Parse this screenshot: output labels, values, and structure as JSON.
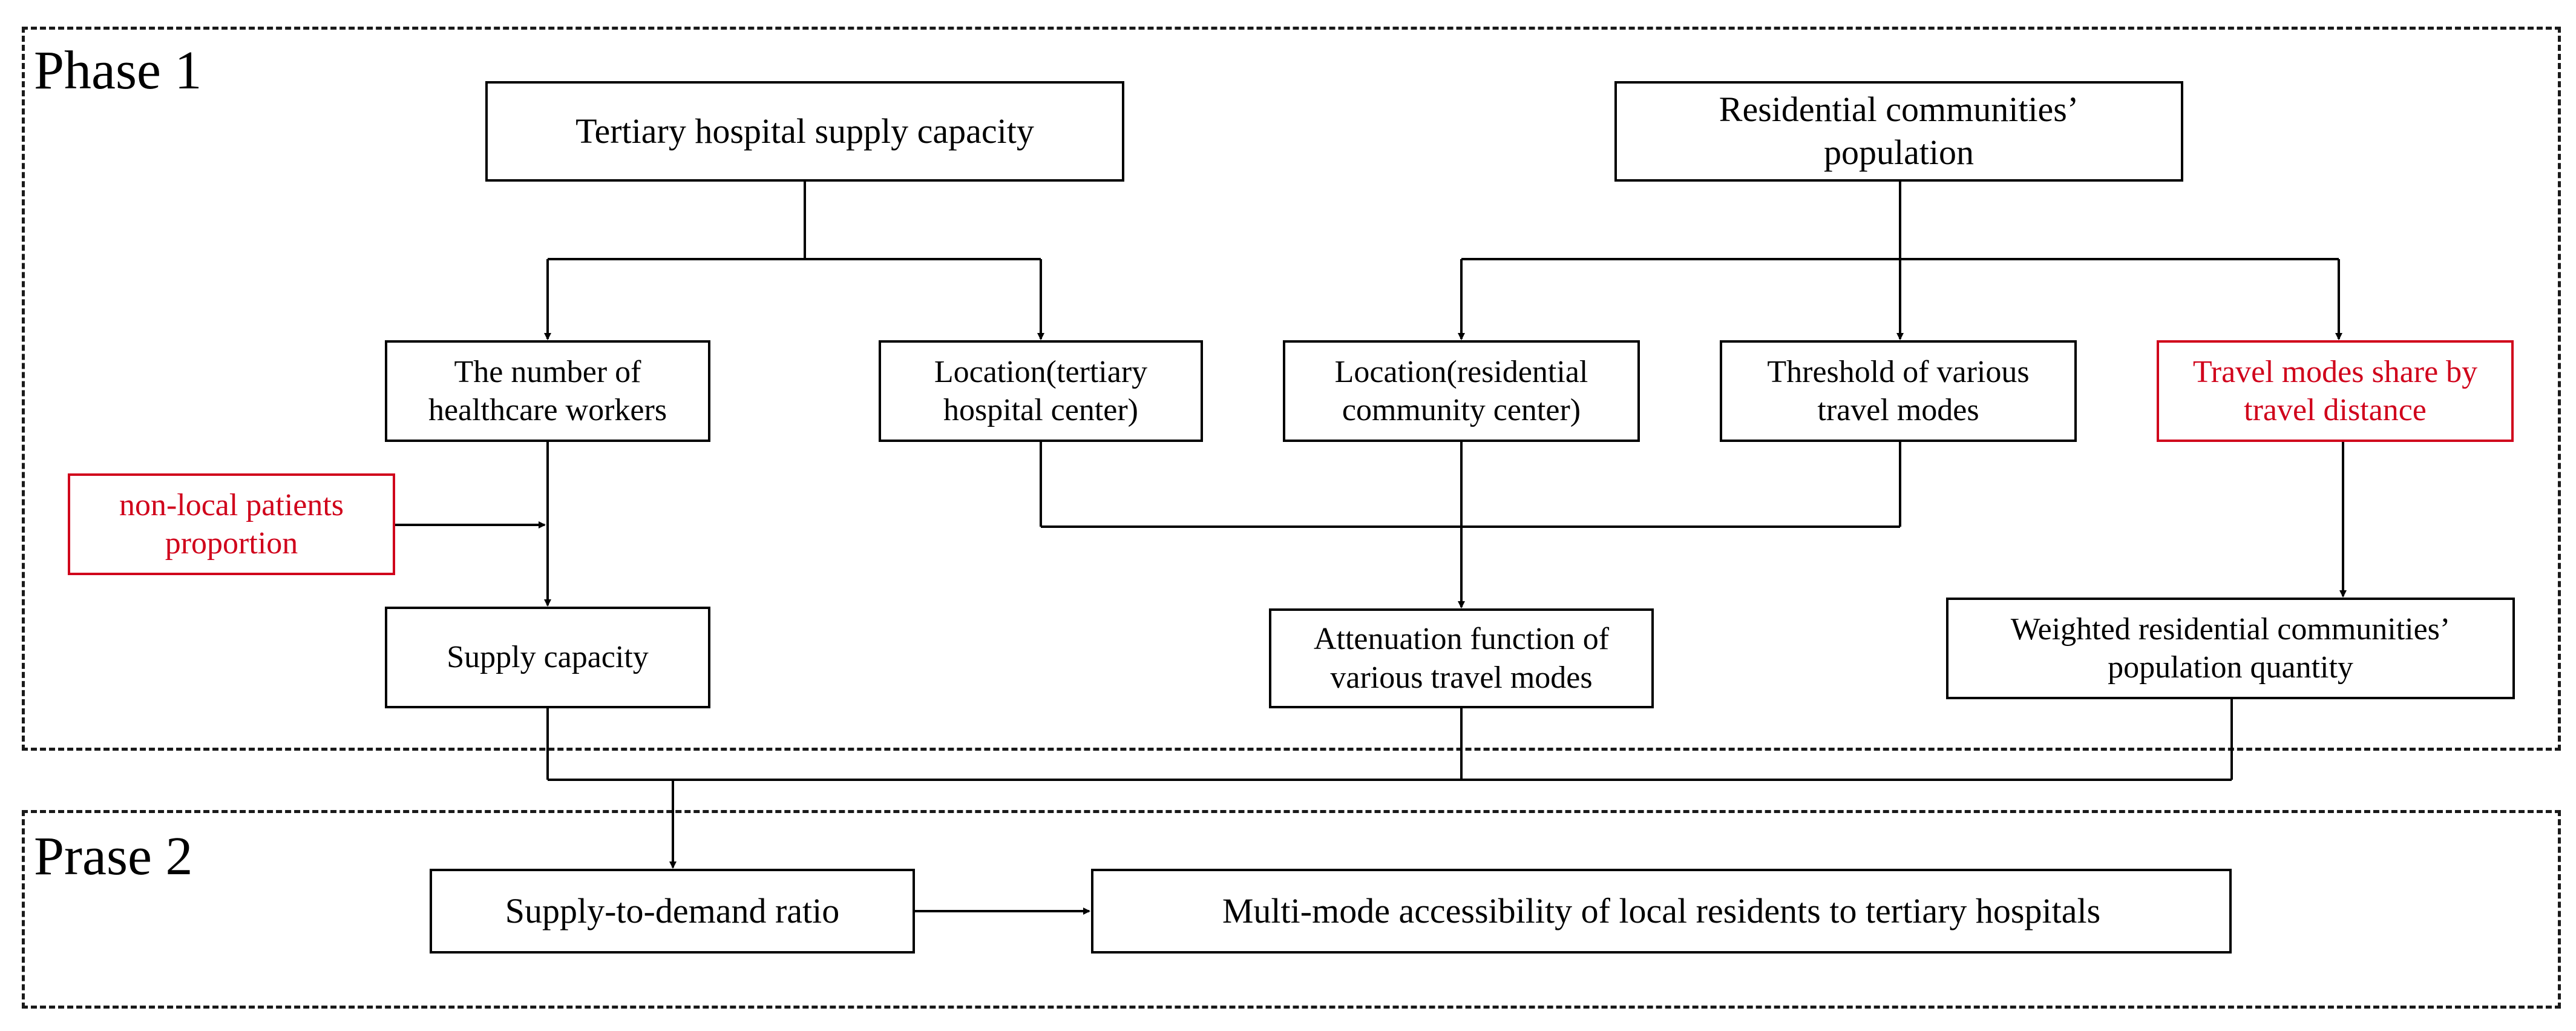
{
  "phase1": {
    "label": "Phase 1"
  },
  "phase2": {
    "label": "Prase 2"
  },
  "nodes": {
    "tertiary_supply": "Tertiary hospital supply capacity",
    "residential_population": "Residential communities’ population",
    "healthcare_workers": "The number of healthcare workers",
    "location_hospital": "Location(tertiary hospital center)",
    "location_residential": "Location(residential community center)",
    "threshold_modes": "Threshold of various travel modes",
    "travel_modes_share": "Travel modes share by travel distance",
    "nonlocal_proportion": "non-local patients proportion",
    "supply_capacity": "Supply capacity",
    "attenuation_function": "Attenuation function of various travel modes",
    "weighted_population": "Weighted residential communities’ population quantity",
    "supply_demand_ratio": "Supply-to-demand ratio",
    "multimode_accessibility": "Multi-mode accessibility of local residents to tertiary hospitals"
  },
  "colors": {
    "line": "#000000",
    "highlight": "#d0021b"
  }
}
